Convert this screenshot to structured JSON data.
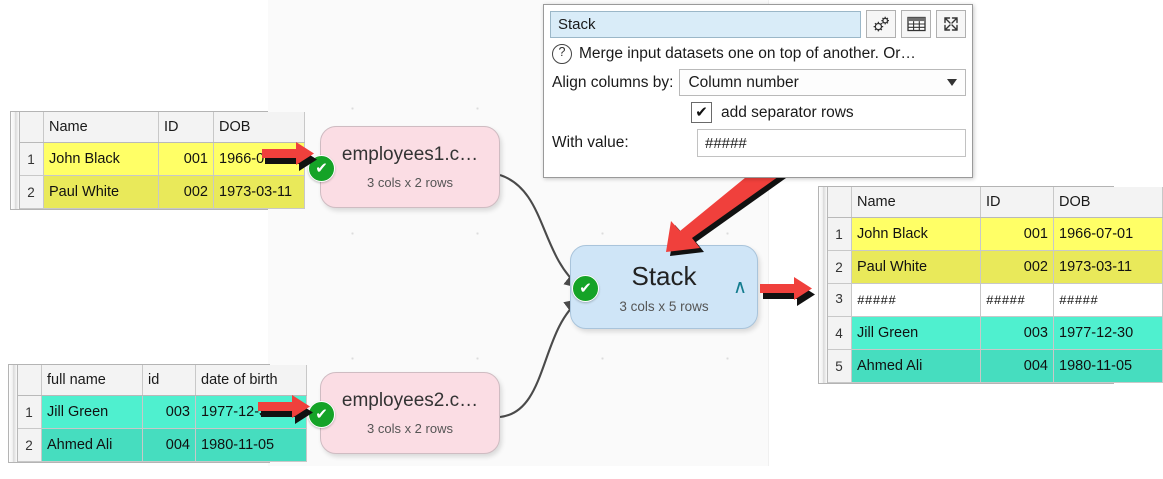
{
  "tables": {
    "input1": {
      "name": "input-table-employees1",
      "headers": [
        "Name",
        "ID",
        "DOB"
      ],
      "rows": [
        {
          "n": "1",
          "cells": [
            "John Black",
            "001",
            "1966-07-01"
          ]
        },
        {
          "n": "2",
          "cells": [
            "Paul White",
            "002",
            "1973-03-11"
          ]
        }
      ]
    },
    "input2": {
      "name": "input-table-employees2",
      "headers": [
        "full name",
        "id",
        "date of birth"
      ],
      "rows": [
        {
          "n": "1",
          "cells": [
            "Jill Green",
            "003",
            "1977-12-30"
          ]
        },
        {
          "n": "2",
          "cells": [
            "Ahmed Ali",
            "004",
            "1980-11-05"
          ]
        }
      ]
    },
    "output": {
      "name": "output-table-stack",
      "headers": [
        "Name",
        "ID",
        "DOB"
      ],
      "rows": [
        {
          "n": "1",
          "cells": [
            "John Black",
            "001",
            "1966-07-01"
          ]
        },
        {
          "n": "2",
          "cells": [
            "Paul White",
            "002",
            "1973-03-11"
          ]
        },
        {
          "n": "3",
          "cells": [
            "#####",
            "#####",
            "#####"
          ]
        },
        {
          "n": "4",
          "cells": [
            "Jill Green",
            "003",
            "1977-12-30"
          ]
        },
        {
          "n": "5",
          "cells": [
            "Ahmed Ali",
            "004",
            "1980-11-05"
          ]
        }
      ]
    }
  },
  "nodes": {
    "input1": {
      "title": "employees1.c…",
      "subtitle": "3 cols x 2 rows",
      "status": "ok"
    },
    "input2": {
      "title": "employees2.c…",
      "subtitle": "3 cols x 2 rows",
      "status": "ok"
    },
    "stack": {
      "title": "Stack",
      "subtitle": "3 cols x 5 rows",
      "status": "ok",
      "collapse_glyph": "∧"
    }
  },
  "panel": {
    "name_value": "Stack",
    "description": "Merge input datasets one on top of another. Or…",
    "align_label": "Align columns by:",
    "align_value": "Column number",
    "separator_checkbox_label": "add separator rows",
    "separator_checked": true,
    "value_label": "With value:",
    "value_field": "#####",
    "toolbar": {
      "settings_icon": "gears-icon",
      "table_icon": "table-icon",
      "expand_icon": "expand-icon"
    },
    "help_glyph": "?"
  },
  "colors": {
    "row_yellow_1": "#ffff66",
    "row_yellow_2": "#e9e95a",
    "row_teal_1": "#4ff0cf",
    "row_teal_2": "#46ddbf",
    "node_input_bg": "#fbdde4",
    "node_stack_bg": "#cfe5f7",
    "status_ok": "#15a327",
    "arrow_red": "#f0403c",
    "panel_name_bg": "#d9ecf8"
  }
}
